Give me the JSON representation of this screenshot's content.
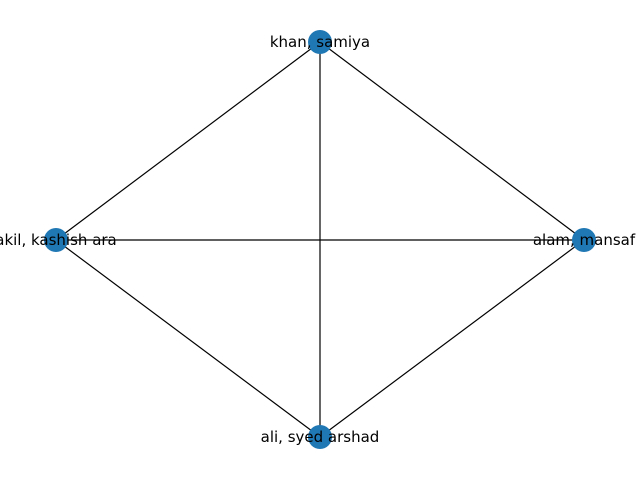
{
  "graph": {
    "node_color": "#1f77b4",
    "edge_color": "#000000",
    "nodes": [
      {
        "id": "n-top",
        "label": "khan, samiya"
      },
      {
        "id": "n-left",
        "label": "akil, kashish ara"
      },
      {
        "id": "n-right",
        "label": "alam, mansaf"
      },
      {
        "id": "n-bottom",
        "label": "ali, syed arshad"
      }
    ],
    "edges": [
      [
        "n-top",
        "n-left"
      ],
      [
        "n-top",
        "n-right"
      ],
      [
        "n-top",
        "n-bottom"
      ],
      [
        "n-left",
        "n-right"
      ],
      [
        "n-left",
        "n-bottom"
      ],
      [
        "n-right",
        "n-bottom"
      ]
    ]
  }
}
